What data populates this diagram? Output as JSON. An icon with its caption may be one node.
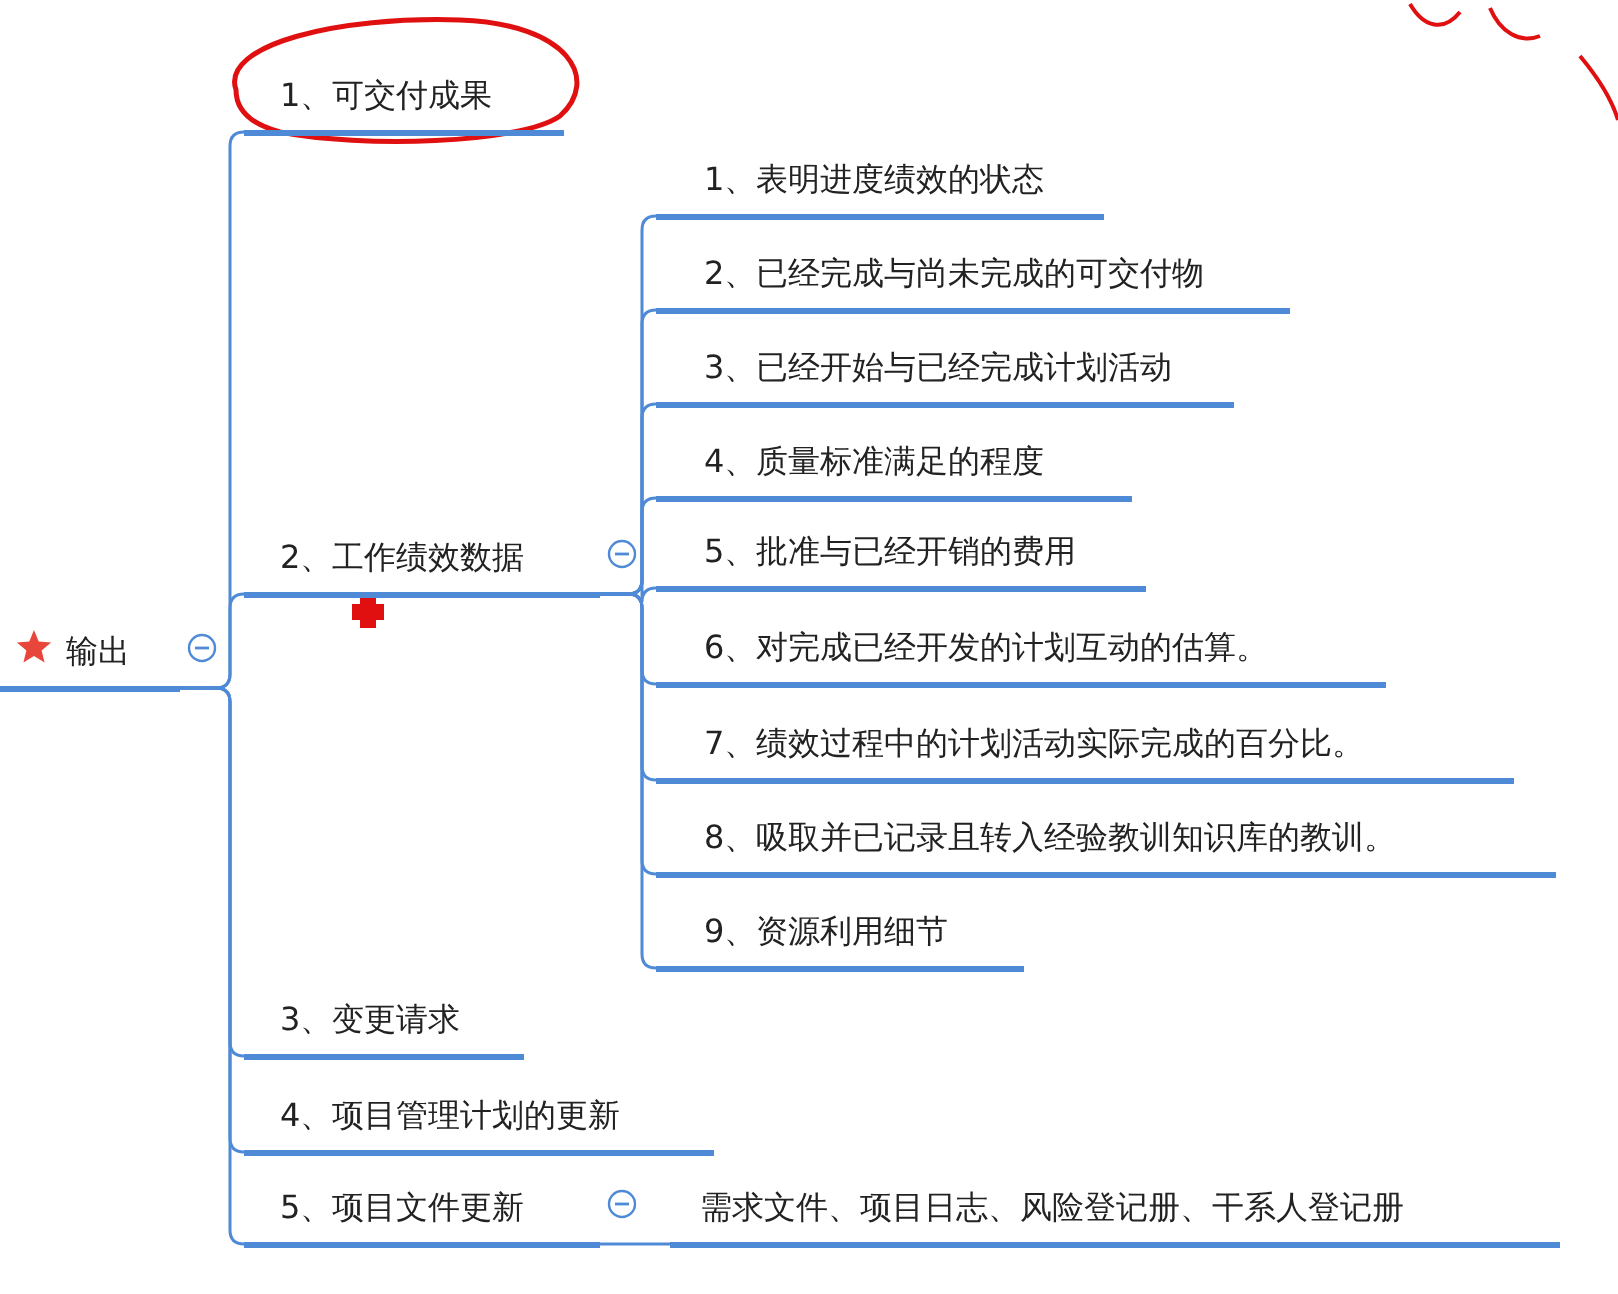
{
  "diagram": {
    "nodes": [
      {
        "text": [
          "输出"
        ]
      },
      {
        "text": [
          "1、可交付成果"
        ]
      },
      {
        "text": [
          "2、工作绩效数据"
        ]
      },
      {
        "text": [
          "1、表明进度绩效的状态"
        ]
      },
      {
        "text": [
          "2、已经完成与尚未完成的可交付物"
        ]
      },
      {
        "text": [
          "3、已经开始与已经完成计划活动"
        ]
      },
      {
        "text": [
          "4、质量标准满足的程度"
        ]
      },
      {
        "text": [
          "5、批准与已经开销的费用"
        ]
      },
      {
        "text": [
          "6、对完成已经开发的计划互动的估算。"
        ]
      },
      {
        "text": [
          "7、绩效过程中的计划活动实际完成的百分比。"
        ]
      },
      {
        "text": [
          "8、吸取并已记录且转入经验教训知识库的教训。"
        ]
      },
      {
        "text": [
          "9、资源利用细节"
        ]
      },
      {
        "text": [
          "3、变更请求"
        ]
      },
      {
        "text": [
          "4、项目管理计划的更新"
        ]
      },
      {
        "text": [
          "5、项目文件更新"
        ]
      },
      {
        "text": [
          "需求文件、项目日志、风险登记册、干系人登记册"
        ]
      }
    ],
    "edges": [
      {
        "from": 0,
        "to": 1,
        "arrow": "none"
      },
      {
        "from": 0,
        "to": 2,
        "arrow": "none"
      },
      {
        "from": 2,
        "to": 3,
        "arrow": "none"
      },
      {
        "from": 2,
        "to": 4,
        "arrow": "none"
      },
      {
        "from": 2,
        "to": 5,
        "arrow": "none"
      },
      {
        "from": 2,
        "to": 6,
        "arrow": "none"
      },
      {
        "from": 2,
        "to": 7,
        "arrow": "none"
      },
      {
        "from": 2,
        "to": 8,
        "arrow": "none"
      },
      {
        "from": 2,
        "to": 9,
        "arrow": "none"
      },
      {
        "from": 2,
        "to": 10,
        "arrow": "none"
      },
      {
        "from": 2,
        "to": 11,
        "arrow": "none"
      },
      {
        "from": 0,
        "to": 12,
        "arrow": "none"
      },
      {
        "from": 0,
        "to": 13,
        "arrow": "none"
      },
      {
        "from": 0,
        "to": 14,
        "arrow": "none"
      },
      {
        "from": 14,
        "to": 15,
        "arrow": "none"
      }
    ]
  }
}
